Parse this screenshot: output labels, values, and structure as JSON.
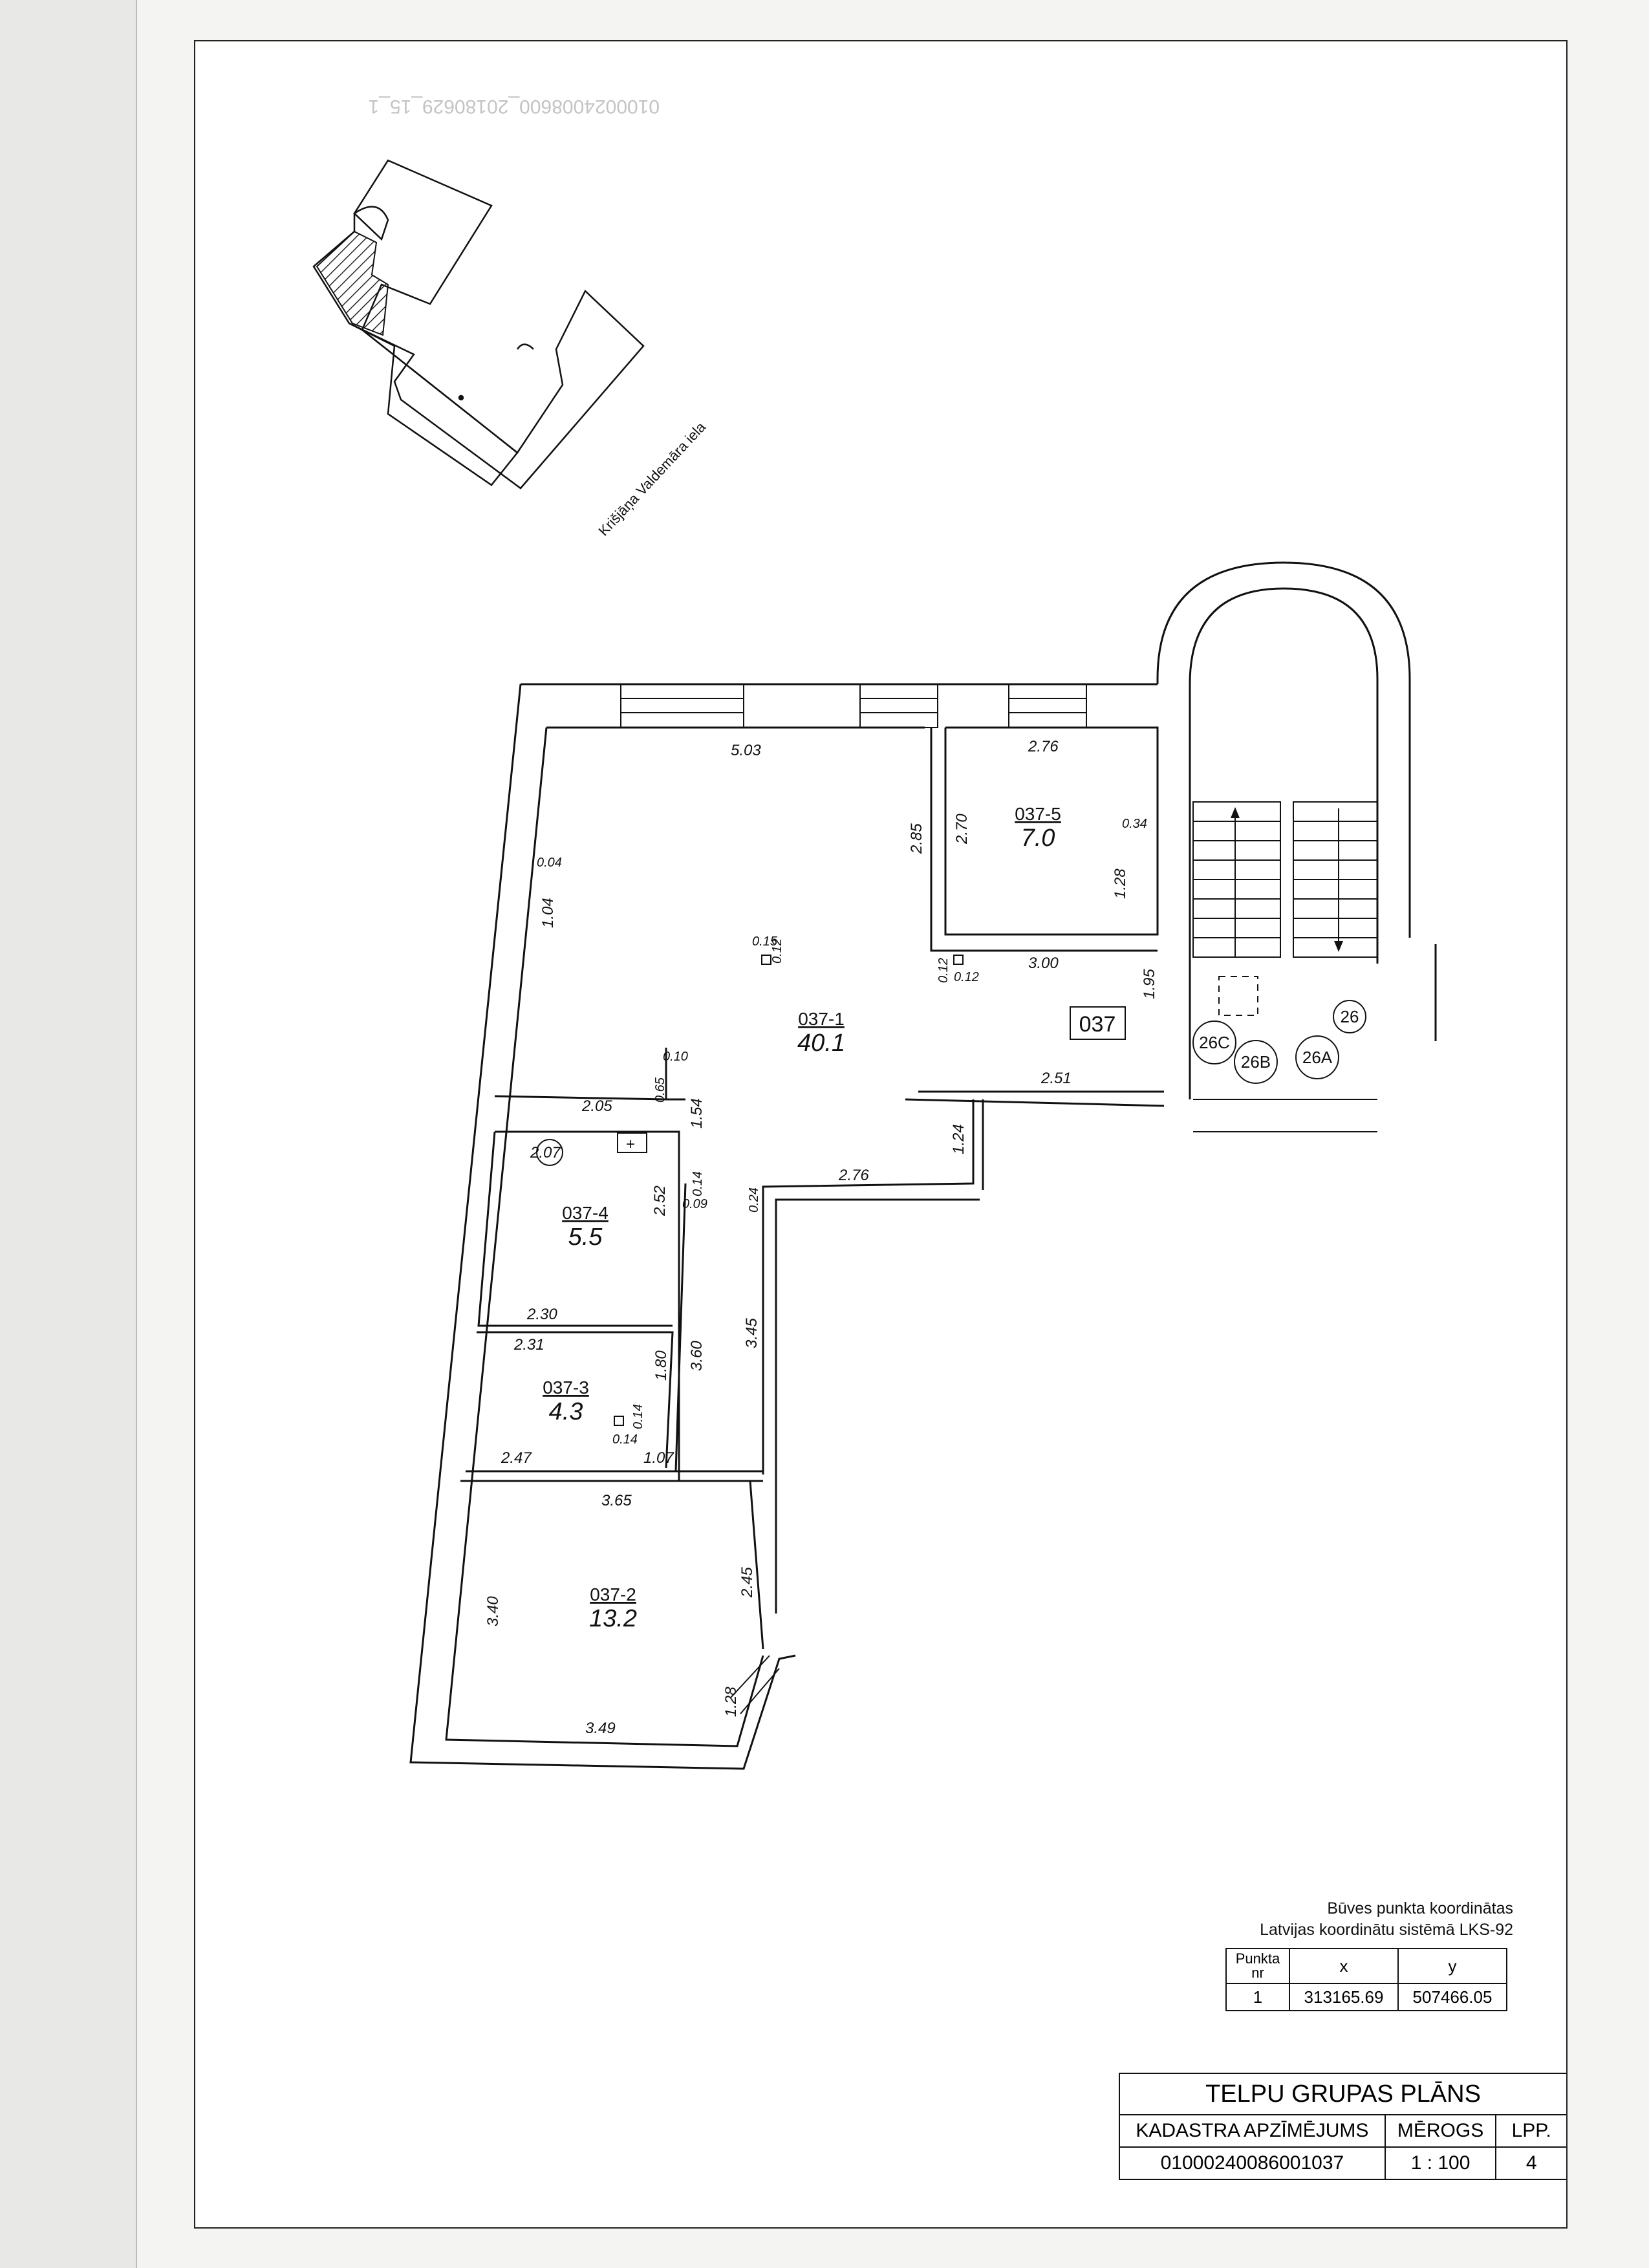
{
  "street_label": "Krišjāņa Valdemāra iela",
  "header_code": "0100024008600_20180629_15_1",
  "rooms": [
    {
      "id": "037-1",
      "area": "40.1"
    },
    {
      "id": "037-2",
      "area": "13.2"
    },
    {
      "id": "037-3",
      "area": "4.3"
    },
    {
      "id": "037-4",
      "area": "5.5"
    },
    {
      "id": "037-5",
      "area": "7.0"
    }
  ],
  "group_label": "037",
  "stair_labels": [
    "26",
    "26A",
    "26B",
    "26C"
  ],
  "dims": {
    "d503": "5.03",
    "d276a": "2.76",
    "d285": "2.85",
    "d270": "2.70",
    "d034": "0.34",
    "d128a": "1.28",
    "d300": "3.00",
    "d195": "1.95",
    "d251": "2.51",
    "d124": "1.24",
    "d276b": "2.76",
    "d004": "0.04",
    "d104": "1.04",
    "d015": "0.15",
    "d012a": "0.12",
    "d012b": "0.12",
    "d012c": "0.12",
    "d010": "0.10",
    "d065": "0.65",
    "d205": "2.05",
    "d154": "1.54",
    "d207": "2.07",
    "d252": "2.52",
    "d014a": "0.14",
    "d009": "0.09",
    "d024": "0.24",
    "d230": "2.30",
    "d231": "2.31",
    "d180": "1.80",
    "d360": "3.60",
    "d345": "3.45",
    "d014b": "0.14",
    "d014c": "0.14",
    "d247": "2.47",
    "d107": "1.07",
    "d365": "3.65",
    "d340": "3.40",
    "d245": "2.45",
    "d128b": "1.28",
    "d349": "3.49"
  },
  "coords": {
    "title_line1": "Būves punkta koordinātas",
    "title_line2": "Latvijas koordinātu sistēmā LKS-92",
    "col_point": "Punkta nr",
    "col_x": "x",
    "col_y": "y",
    "point": "1",
    "x": "313165.69",
    "y": "507466.05"
  },
  "title_block": {
    "title": "TELPU GRUPAS PLĀNS",
    "cadastre_label": "KADASTRA APZĪMĒJUMS",
    "scale_label": "MĒROGS",
    "page_label": "LPP.",
    "cadastre_value": "01000240086001037",
    "scale_value": "1 : 100",
    "page_value": "4"
  }
}
